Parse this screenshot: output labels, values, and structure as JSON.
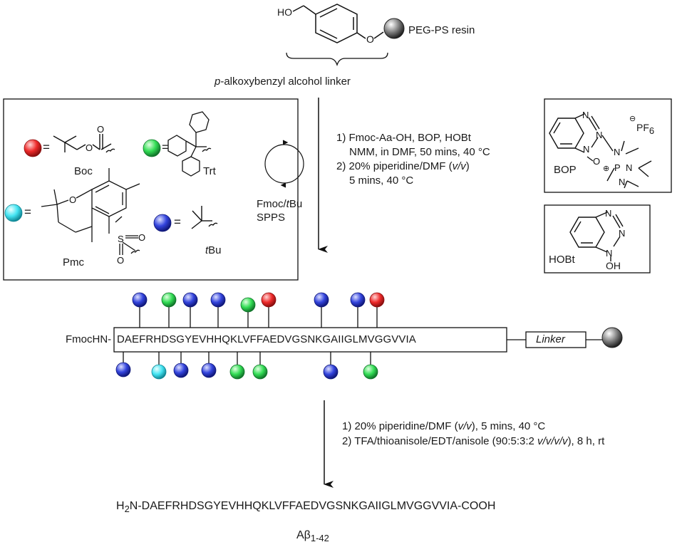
{
  "top": {
    "ho_label": "HO",
    "resin_label": "PEG-PS resin",
    "linker_caption_italic": "p",
    "linker_caption_rest": "-alkoxybenzyl alcohol linker"
  },
  "protecting_groups": {
    "boc": {
      "label": "Boc",
      "color": "#e8242b"
    },
    "trt": {
      "label": "Trt",
      "color": "#2fd64a"
    },
    "pmc": {
      "label": "Pmc",
      "color": "#3fe4f0"
    },
    "tbu": {
      "label_italic": "t",
      "label_rest": "Bu",
      "color": "#3344dd"
    },
    "equals": "="
  },
  "spps": {
    "line1_a": "Fmoc/",
    "line1_italic": "t",
    "line1_b": "Bu",
    "line2": "SPPS"
  },
  "conditions1": {
    "line1": "1) Fmoc-Aa-OH, BOP, HOBt",
    "line2": "NMM, in DMF, 50 mins, 40 °C",
    "line3_a": "2) 20% piperidine/DMF (",
    "line3_italic": "v/v",
    "line3_b": ")",
    "line4": "5 mins, 40 °C"
  },
  "bop": {
    "label": "BOP",
    "n": "N",
    "o": "O",
    "p": "P",
    "pf6": "PF",
    "pf6_sub": "6"
  },
  "hobt": {
    "label": "HOBt",
    "n": "N",
    "oh": "OH"
  },
  "peptide": {
    "prefix": "FmocHN-",
    "sequence": "DAEFRHDSGYEVHHQKLVFFAEDVGSNKGAIIGLMVGGVVIA",
    "linker_label": "Linker"
  },
  "conditions2": {
    "line1_a": "1) 20% piperidine/DMF (",
    "line1_italic": "v/v",
    "line1_b": "), 5 mins, 40 °C",
    "line2_a": "2) TFA/thioanisole/EDT/anisole (90:5:3:2 ",
    "line2_italic": "v/v/v/v",
    "line2_b": "), 8 h, rt"
  },
  "product": {
    "h": "H",
    "h_sub": "2",
    "rest": "N-DAEFRHDSGYEVHHQKLVFFAEDVGSNKGAIIGLMVGGVVIA-COOH",
    "abeta": "Aβ",
    "abeta_sub": "1-42"
  }
}
